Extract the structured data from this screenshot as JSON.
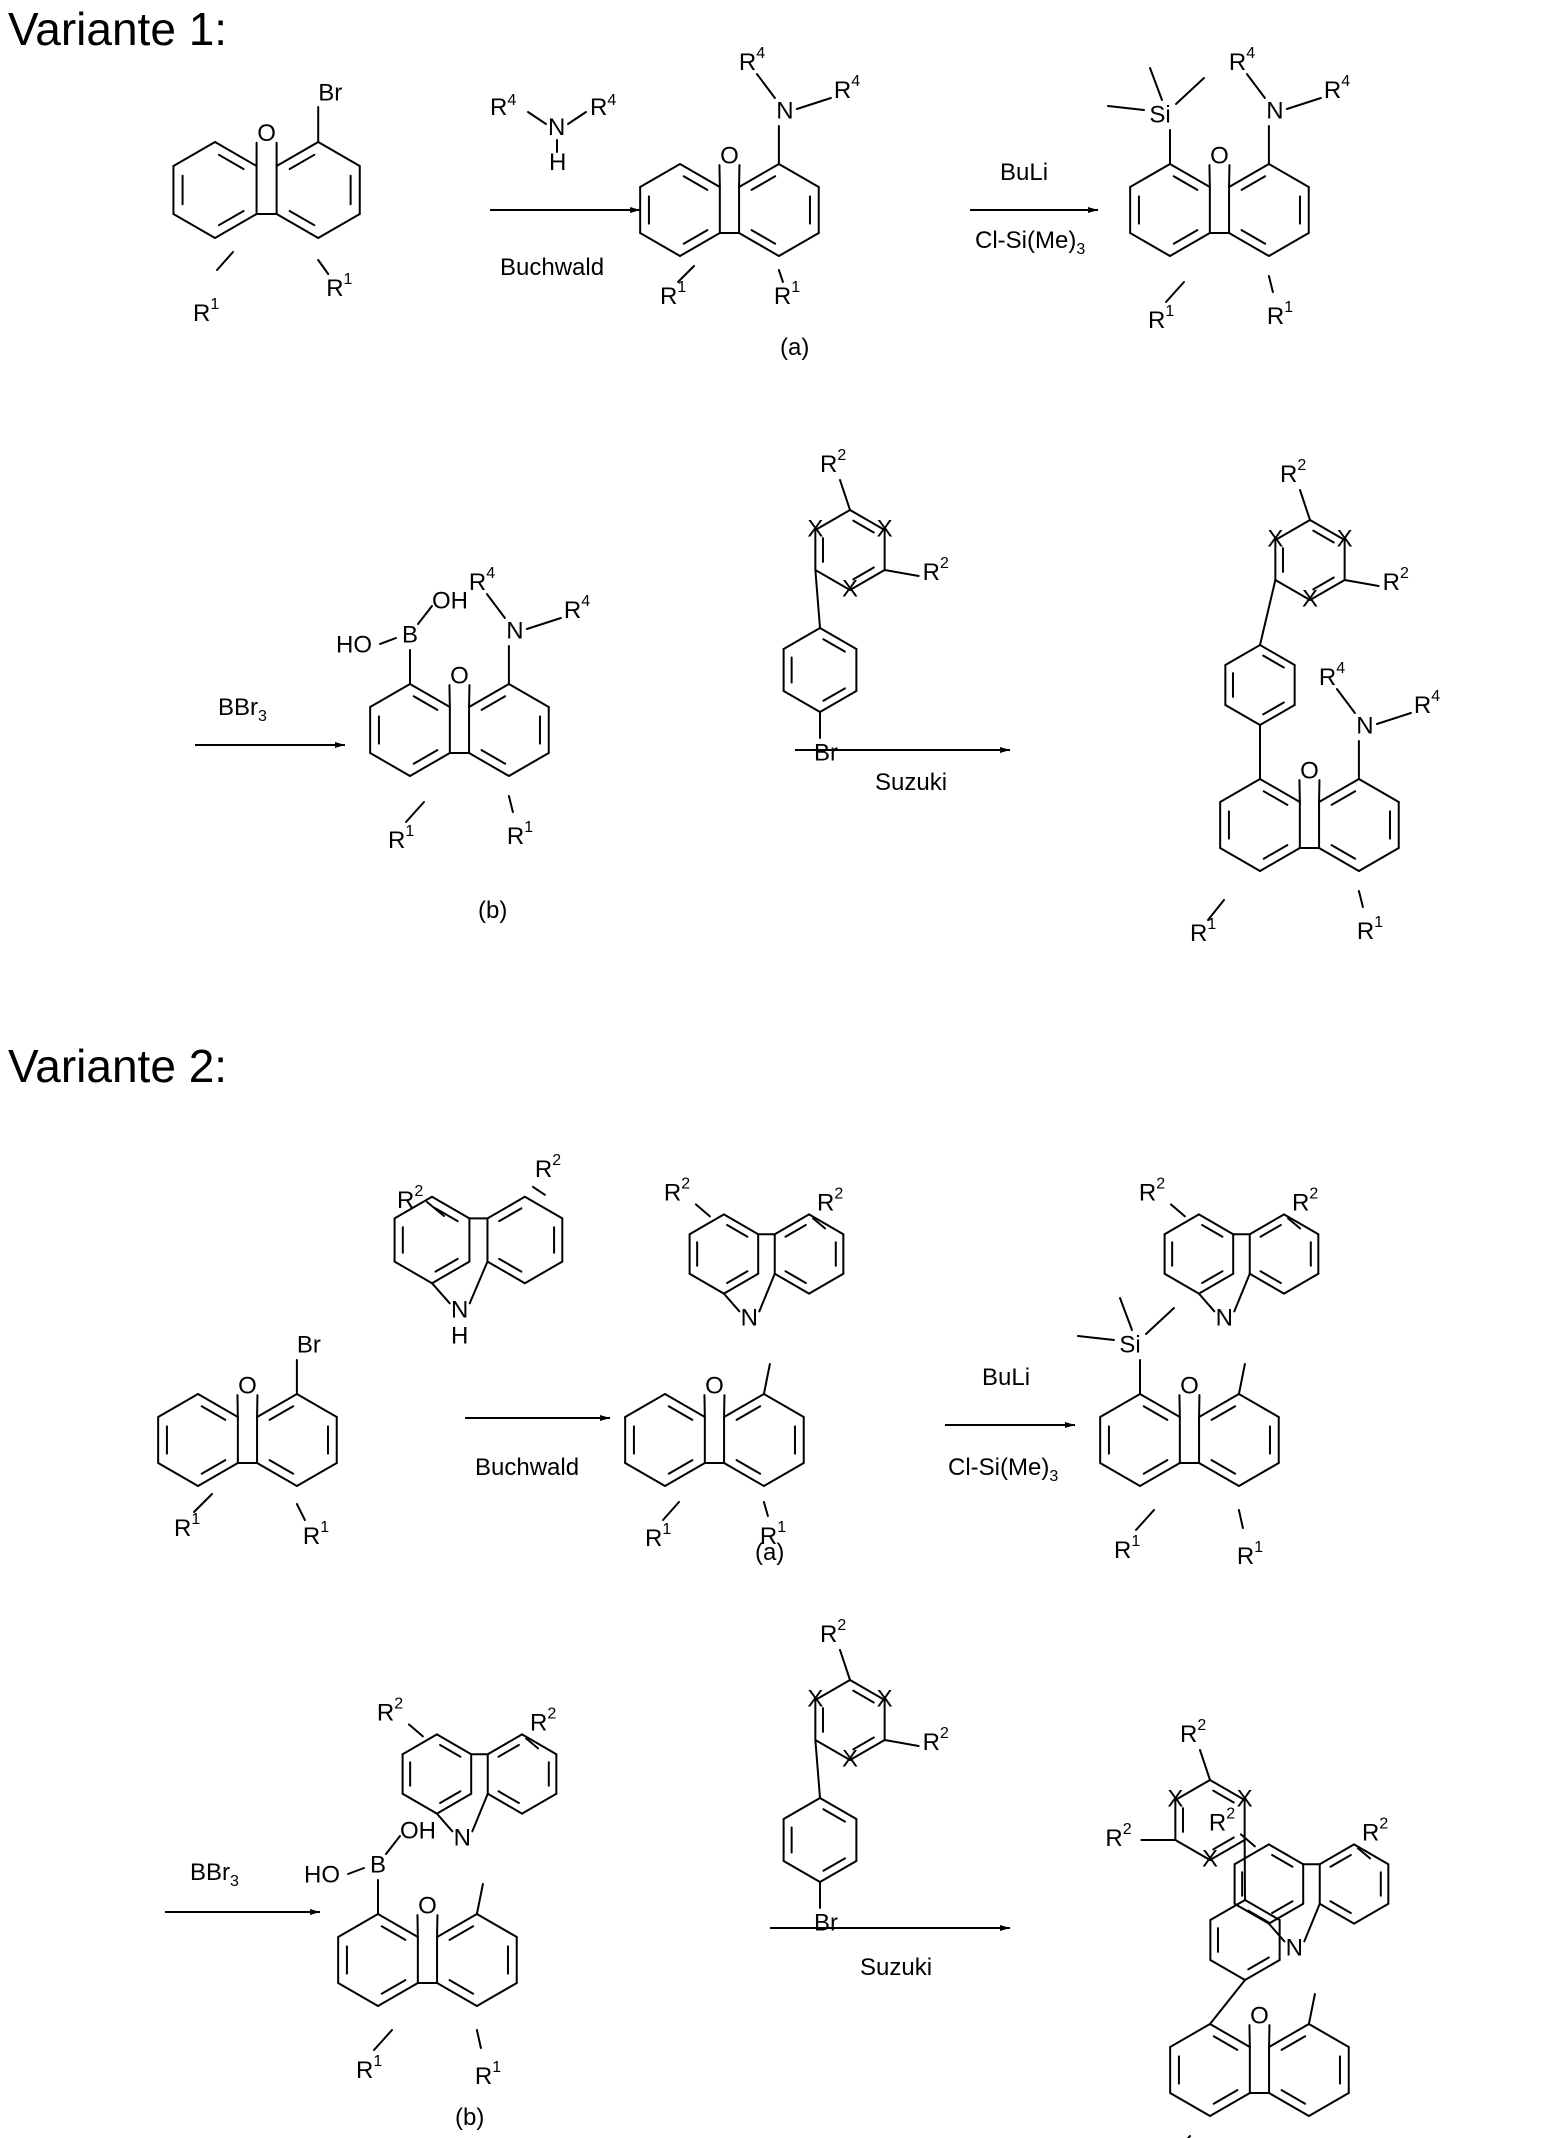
{
  "variant1": {
    "heading": "Variante 1:",
    "reagent_amine": {
      "r4": "R4",
      "n": "N",
      "h": "H"
    },
    "buchwald_label": "Buchwald",
    "bu_li_label": "BuLi",
    "clsime3_label": "Cl-Si(Me)3",
    "compound_a_label": "(a)",
    "bbr3_label": "BBr3",
    "suzuki_label": "Suzuki",
    "compound_b_label": "(b)"
  },
  "variant2": {
    "heading": "Variante 2:",
    "buchwald_label": "Buchwald",
    "bu_li_label": "BuLi",
    "clsime3_label": "Cl-Si(Me)3",
    "compound_a_label": "(a)",
    "bbr3_label": "BBr3",
    "suzuki_label": "Suzuki",
    "compound_b_label": "(b)"
  },
  "atoms": {
    "O": "O",
    "Br": "Br",
    "N": "N",
    "H": "H",
    "B": "B",
    "Si": "Si",
    "X": "X",
    "HO": "HO",
    "OH": "OH",
    "R": "R",
    "one": "1",
    "two": "2",
    "four": "4"
  }
}
